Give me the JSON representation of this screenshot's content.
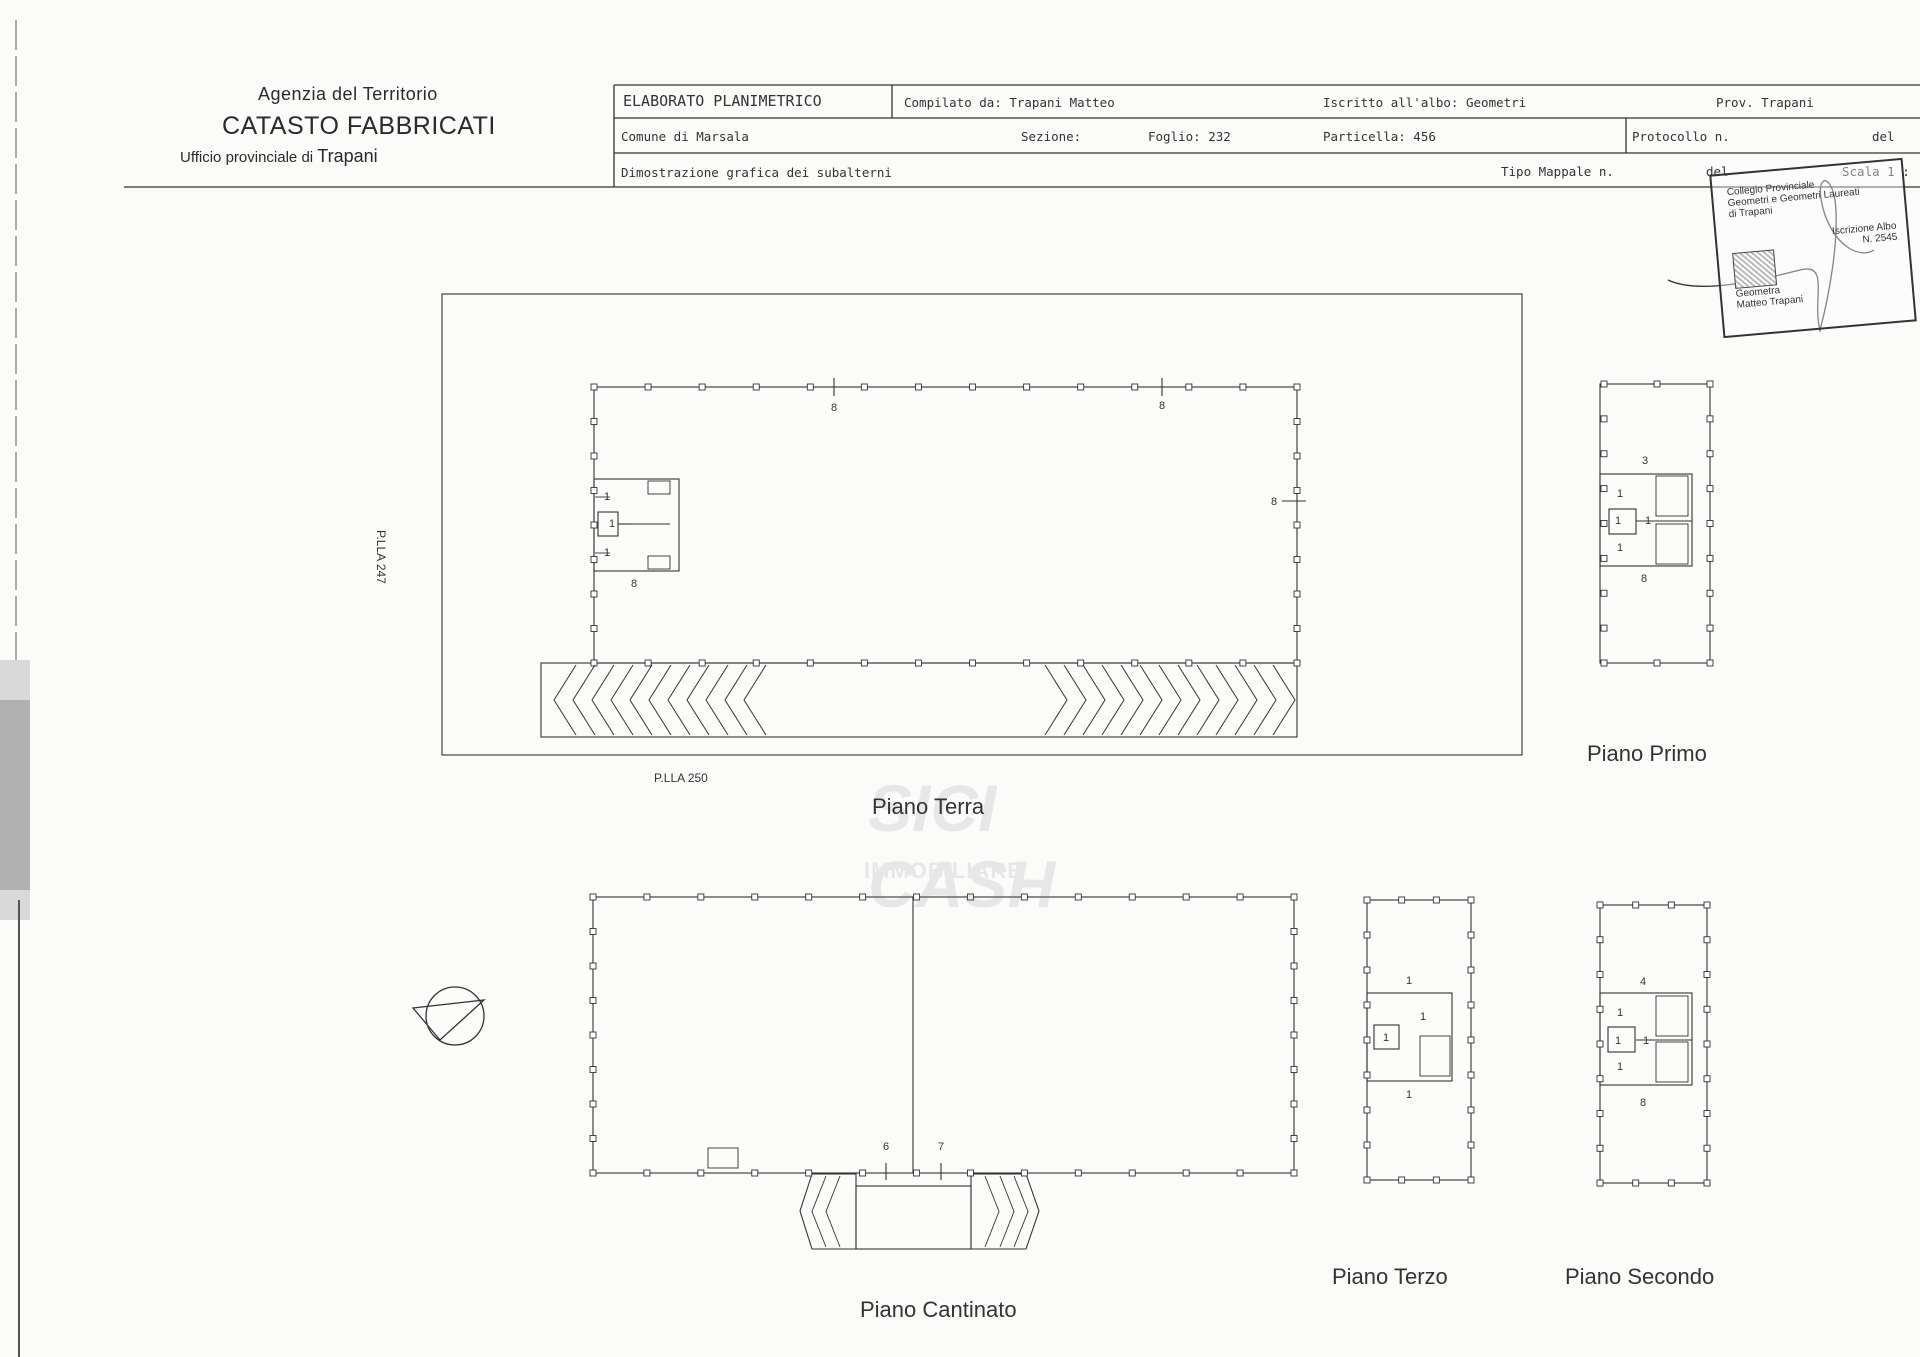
{
  "header": {
    "agency": "Agenzia del Territorio",
    "catasto": "CATASTO FABBRICATI",
    "office_prefix": "Ufficio provinciale di",
    "office_city": "Trapani"
  },
  "cartiglio": {
    "title": "ELABORATO PLANIMETRICO",
    "compiled_by": "Compilato da: Trapani Matteo",
    "albo": "Iscritto all'albo: Geometri",
    "province": "Prov. Trapani",
    "comune": "Comune di Marsala",
    "sezione": "Sezione:",
    "foglio": "Foglio: 232",
    "particella": "Particella: 456",
    "protocollo": "Protocollo n.",
    "del_1": "del",
    "dimostrazione": "Dimostrazione grafica dei subalterni",
    "tipo_mappale": "Tipo Mappale n.",
    "del_2": "del",
    "scala": "Scala 1 :"
  },
  "stamp": {
    "line1": "Collegio Provinciale",
    "line2": "Geometri e Geometri Laureati",
    "line3": "di Trapani",
    "line4": "Iscrizione Albo",
    "line5": "N. 2545",
    "line6": "Geometra",
    "line7": "Matteo Trapani"
  },
  "watermark": {
    "brand": "SICI CASH",
    "sub": "IMMOBILIARE"
  },
  "plans": {
    "terra": {
      "label": "Piano Terra",
      "plla_side": "P.LLA 247",
      "plla_bottom": "P.LLA 250",
      "sub_top_a": "8",
      "sub_top_b": "8",
      "sub_right": "8",
      "sub_stair_bottom": "8",
      "sub_1a": "1",
      "sub_1b": "1",
      "sub_1c": "1"
    },
    "primo": {
      "label": "Piano Primo",
      "s_top": "3",
      "s_bottom": "8",
      "s_a": "1",
      "s_b": "1",
      "s_c": "1",
      "s_d": "1"
    },
    "cantinato": {
      "label": "Piano Cantinato",
      "s_6": "6",
      "s_7": "7"
    },
    "terzo": {
      "label": "Piano Terzo",
      "s_top": "1",
      "s_right": "1",
      "s_left": "1",
      "s_bottom": "1"
    },
    "secondo": {
      "label": "Piano Secondo",
      "s_top": "4",
      "s_bottom": "8",
      "s_a": "1",
      "s_b": "1",
      "s_c": "1",
      "s_d": "1"
    }
  }
}
